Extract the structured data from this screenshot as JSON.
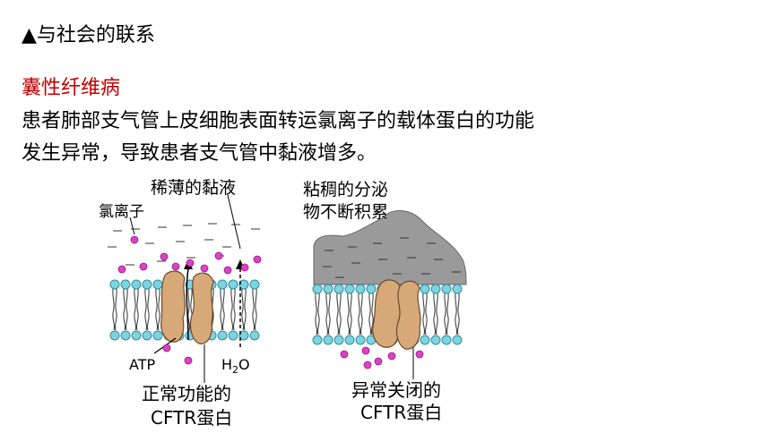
{
  "section_heading": {
    "marker": "▲",
    "text": "与社会的联系"
  },
  "disease_name": "囊性纤维病",
  "description_lines": [
    "患者肺部支气管上皮细胞表面转运氯离子的载体蛋白的功能",
    "发生异常，导致患者支气管中黏液增多。"
  ],
  "figure": {
    "normal": {
      "mucus_label": "稀薄的黏液",
      "ion_label": "氯离子",
      "atp_label": "ATP",
      "water_label_main": "H",
      "water_label_sub": "2",
      "water_label_end": "O",
      "caption_line1": "正常功能的",
      "caption_line2": "CFTR蛋白"
    },
    "abnormal": {
      "mucus_label_line1": "粘稠的分泌",
      "mucus_label_line2": "物不断积累",
      "caption_line1": "异常关闭的",
      "caption_line2": "CFTR蛋白"
    },
    "colors": {
      "ion": "#e040c8",
      "lipid_head": "#7fd3df",
      "protein": "#d7a878",
      "mucus": "#9a9a9a",
      "accent_red": "#c00000"
    }
  }
}
